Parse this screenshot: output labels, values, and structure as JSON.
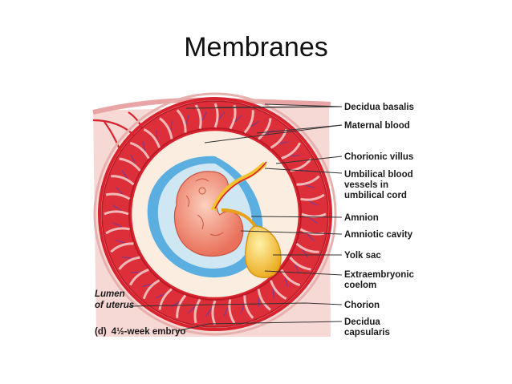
{
  "title": "Membranes",
  "labels": {
    "decidua_basalis": "Decidua basalis",
    "maternal_blood": "Maternal blood",
    "chorionic_villus": "Chorionic villus",
    "umbilical_1": "Umbilical blood",
    "umbilical_2": "vessels in",
    "umbilical_3": "umbilical cord",
    "amnion": "Amnion",
    "amniotic_cavity": "Amniotic cavity",
    "yolk_sac": "Yolk sac",
    "extraembryonic_1": "Extraembryonic",
    "extraembryonic_2": "coelom",
    "chorion": "Chorion",
    "decidua_capsularis_1": "Decidua",
    "decidua_capsularis_2": "capsularis",
    "lumen_1": "Lumen",
    "lumen_2": "of uterus"
  },
  "caption": {
    "panel": "(d)",
    "text": "4½-week embryo"
  },
  "colors": {
    "decidua": "#f6d8d5",
    "placenta_red": "#d8222e",
    "amnion_blue": "#5aaee0",
    "amniotic_fluid": "#cfe6f3",
    "embryo": "#f1876e",
    "yolk_sac": "#f0b923",
    "coelom": "#fbeee0"
  }
}
